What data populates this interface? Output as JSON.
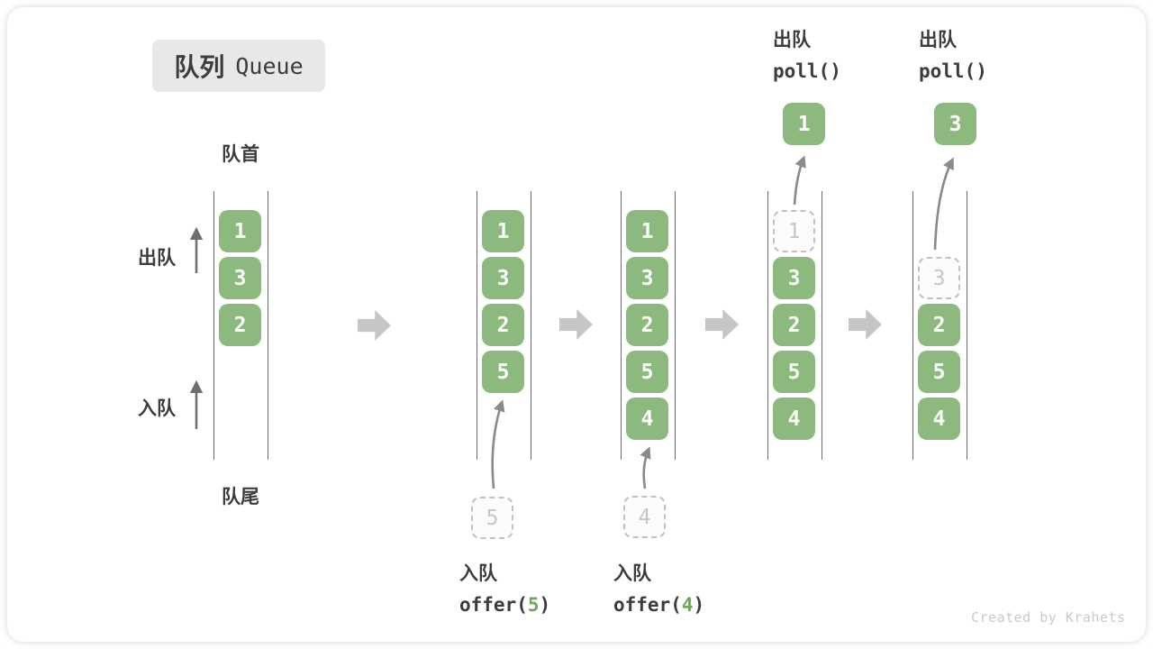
{
  "title": {
    "zh": "队列",
    "en": "Queue"
  },
  "labels": {
    "front": "队首",
    "rear": "队尾",
    "dequeue": "出队",
    "enqueue": "入队"
  },
  "queues": [
    {
      "cells": [
        {
          "slot": 1,
          "type": "solid",
          "value": "1"
        },
        {
          "slot": 2,
          "type": "solid",
          "value": "3"
        },
        {
          "slot": 3,
          "type": "solid",
          "value": "2"
        }
      ]
    },
    {
      "cells": [
        {
          "slot": 1,
          "type": "solid",
          "value": "1"
        },
        {
          "slot": 2,
          "type": "solid",
          "value": "3"
        },
        {
          "slot": 3,
          "type": "solid",
          "value": "2"
        },
        {
          "slot": 4,
          "type": "solid",
          "value": "5"
        }
      ]
    },
    {
      "cells": [
        {
          "slot": 1,
          "type": "solid",
          "value": "1"
        },
        {
          "slot": 2,
          "type": "solid",
          "value": "3"
        },
        {
          "slot": 3,
          "type": "solid",
          "value": "2"
        },
        {
          "slot": 4,
          "type": "solid",
          "value": "5"
        },
        {
          "slot": 5,
          "type": "solid",
          "value": "4"
        }
      ]
    },
    {
      "cells": [
        {
          "slot": 1,
          "type": "ghost",
          "value": "1"
        },
        {
          "slot": 2,
          "type": "solid",
          "value": "3"
        },
        {
          "slot": 3,
          "type": "solid",
          "value": "2"
        },
        {
          "slot": 4,
          "type": "solid",
          "value": "5"
        },
        {
          "slot": 5,
          "type": "solid",
          "value": "4"
        }
      ]
    },
    {
      "cells": [
        {
          "slot": 2,
          "type": "ghost",
          "value": "3"
        },
        {
          "slot": 3,
          "type": "solid",
          "value": "2"
        },
        {
          "slot": 4,
          "type": "solid",
          "value": "5"
        },
        {
          "slot": 5,
          "type": "solid",
          "value": "4"
        }
      ]
    }
  ],
  "operations": {
    "enqueue_5": {
      "label": "入队",
      "code_prefix": "offer(",
      "arg": "5",
      "code_suffix": ")",
      "staged_value": "5"
    },
    "enqueue_4": {
      "label": "入队",
      "code_prefix": "offer(",
      "arg": "4",
      "code_suffix": ")",
      "staged_value": "4"
    },
    "poll_first": {
      "label": "出队",
      "code": "poll()",
      "result_value": "1"
    },
    "poll_second": {
      "label": "出队",
      "code": "poll()",
      "result_value": "3"
    }
  },
  "footer": {
    "credit": "Created by Krahets"
  },
  "colors": {
    "green": "#8cba7e",
    "code_green": "#6ca85c",
    "arrow_gray": "#c6c6c6",
    "ghost_border": "#c1c1c1",
    "rail_gray": "#6a6a6a",
    "text_dark": "#3c3c3c"
  }
}
